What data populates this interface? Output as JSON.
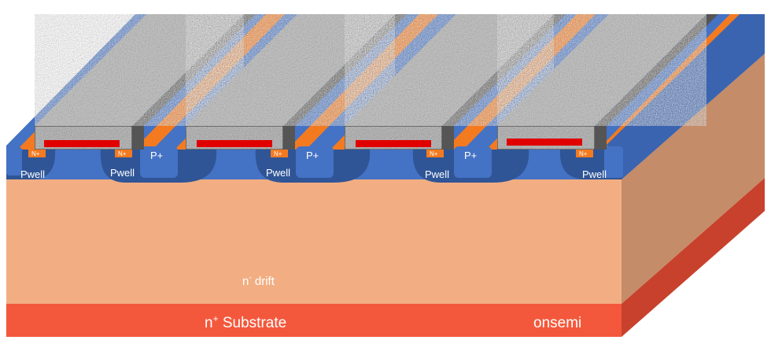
{
  "diagram": {
    "labels": {
      "pwell": "Pwell",
      "nplus": "N+",
      "pplus": "P+",
      "drift_main": "n",
      "drift_sup": "-",
      "drift_rest": " drift",
      "substrate_sup": "n",
      "substrate_plus": "+",
      "substrate_rest": " Substrate",
      "brand": "onsemi"
    },
    "colors": {
      "drift": "#F2AE82",
      "drift_side": "#C48C68",
      "substrate": "#F4583C",
      "substrate_side": "#C8412C",
      "pwell": "#2F5597",
      "pwell_light": "#4472C4",
      "oxide_orange": "#F47A20",
      "gate_gray": "#B8B8B8",
      "gate_dark": "#6E6E6E",
      "gate_side": "#8C8C8C",
      "channel_red": "#E00000",
      "text_white": "#FFFFFF"
    }
  }
}
